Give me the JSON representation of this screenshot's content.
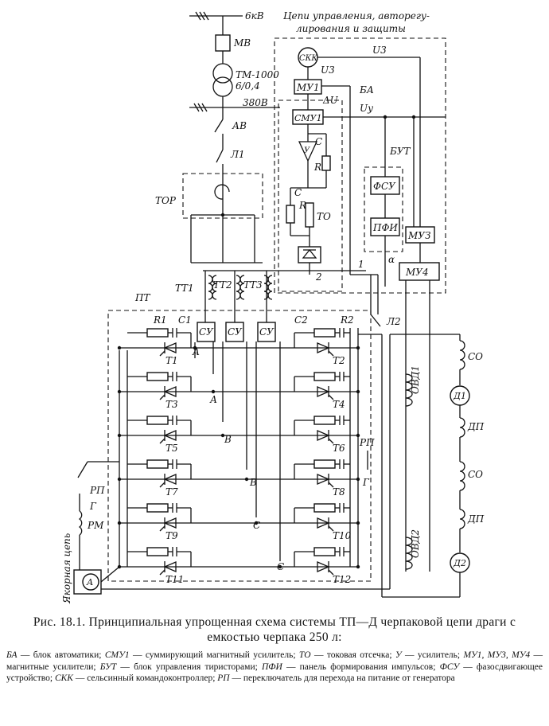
{
  "diagram": {
    "supply": {
      "hv": "6кВ",
      "breaker": "МВ",
      "transformer_line1": "ТМ-1000",
      "transformer_line2": "6/0,4",
      "lv": "380В",
      "switch": "АВ",
      "line": "Л1"
    },
    "control_block": {
      "title_line1": "Цепи управления, авторегу-",
      "title_line2": "лирования и защиты",
      "skk": "СКК",
      "u3_top": "U3",
      "u3_side": "U3",
      "mu1": "МУ1",
      "du": "ΔU",
      "ba": "БА",
      "smu1": "СМУ1",
      "uy": "Uу",
      "u": "У",
      "c1": "С",
      "r1": "R",
      "c2": "С",
      "r2": "R",
      "to": "ТО",
      "n1": "1",
      "n2": "2"
    },
    "but": {
      "label": "БУТ",
      "fsu": "ФСУ",
      "pfi": "ПФИ",
      "alpha": "α"
    },
    "regulators": {
      "mu3": "МУЗ",
      "mu4": "МУ4"
    },
    "tor": "ТОР",
    "tt": [
      "ТТ1",
      "ТТ2",
      "ТТ3"
    ],
    "pt": "ПТ",
    "su": [
      "СУ",
      "СУ",
      "СУ"
    ],
    "thyristors": {
      "left": [
        "Т1",
        "Т3",
        "Т5",
        "Т7",
        "Т9",
        "Т11"
      ],
      "right": [
        "Т2",
        "Т4",
        "Т6",
        "Т8",
        "Т10",
        "Т12"
      ],
      "r1": "R1",
      "c1": "С1",
      "r2": "R2",
      "c2": "С2"
    },
    "buses": [
      "А",
      "А",
      "В",
      "В",
      "С",
      "С"
    ],
    "switches": {
      "l2": "Л2",
      "rp": "РП",
      "rp_right": "РП",
      "g_left": "Г",
      "g_right": "Г",
      "rm": "РМ"
    },
    "motors": {
      "ovd1": "ОВД1",
      "ovd2": "ОВД2",
      "d1": "Д1",
      "d2": "Д2",
      "so1": "СО",
      "dp1": "ДП",
      "so2": "СО",
      "dp2": "ДП"
    },
    "anchor_circuit": "Якорная цепь",
    "ammeter": "А"
  },
  "caption": {
    "title": "Рис.  18.1.  Принципиальная  упрощенная  схема  системы  ТП—Д  черпаковой цепи  драги  с  емкостью  черпака  250  л:",
    "legend": [
      {
        "abbr": "БА",
        "text": " — блок автоматики; "
      },
      {
        "abbr": "СМУ1",
        "text": " — суммирующий магнитный усилитель; "
      },
      {
        "abbr": "ТО",
        "text": " — токовая отсечка; "
      },
      {
        "abbr": "У",
        "text": " — усилитель; "
      },
      {
        "abbr": "МУ1, МУ3, МУ4",
        "text": " — магнитные усилители; "
      },
      {
        "abbr": "БУТ",
        "text": " — блок управления тиристорами; "
      },
      {
        "abbr": "ПФИ",
        "text": " — панель формирования импульсов; "
      },
      {
        "abbr": "ФСУ",
        "text": " — фазосдвигающее устройство; "
      },
      {
        "abbr": "СКК",
        "text": " — сельсинный командоконтроллер; "
      },
      {
        "abbr": "РП",
        "text": " — переключатель для перехода на питание от генератора"
      }
    ]
  }
}
